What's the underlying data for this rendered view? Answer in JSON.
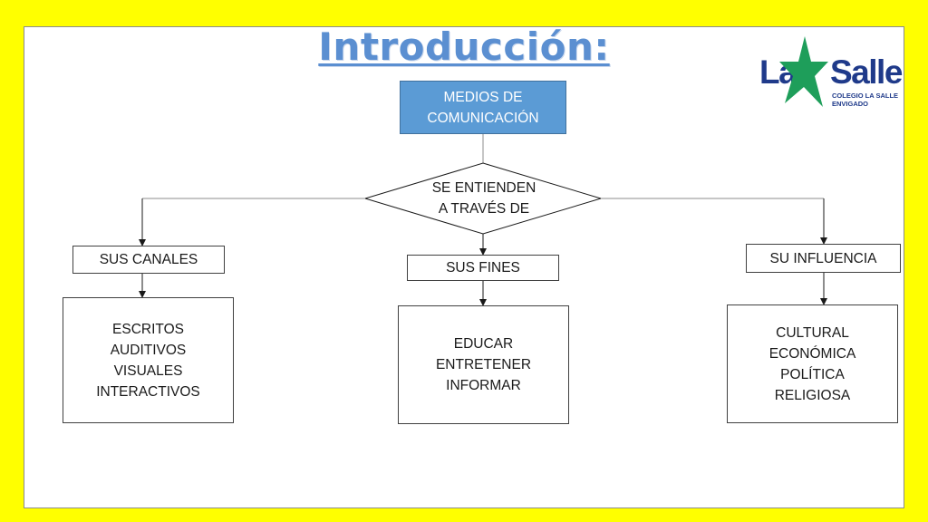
{
  "slide": {
    "title": "Introducción:"
  },
  "logo": {
    "word_left": "La",
    "word_right": "Salle",
    "line1": "COLEGIO LA SALLE",
    "line2": "ENVIGADO",
    "colors": {
      "text": "#1f3a8a",
      "star": "#1e9e5a"
    }
  },
  "diagram": {
    "root": {
      "line1": "MEDIOS DE",
      "line2": "COMUNICACIÓN"
    },
    "decision": {
      "line1": "SE ENTIENDEN",
      "line2": "A TRAVÉS DE"
    },
    "branches": {
      "left": {
        "label": "SUS CANALES",
        "items": [
          "ESCRITOS",
          "AUDITIVOS",
          "VISUALES",
          "INTERACTIVOS"
        ]
      },
      "center": {
        "label": "SUS FINES",
        "items": [
          "EDUCAR",
          "ENTRETENER",
          "INFORMAR"
        ]
      },
      "right": {
        "label": "SU INFLUENCIA",
        "items": [
          "CULTURAL",
          "ECONÓMICA",
          "POLÍTICA",
          "RELIGIOSA"
        ]
      }
    }
  },
  "colors": {
    "frame": "#ffff00",
    "title": "#5b8fd1",
    "root_fill": "#5b9bd5"
  }
}
